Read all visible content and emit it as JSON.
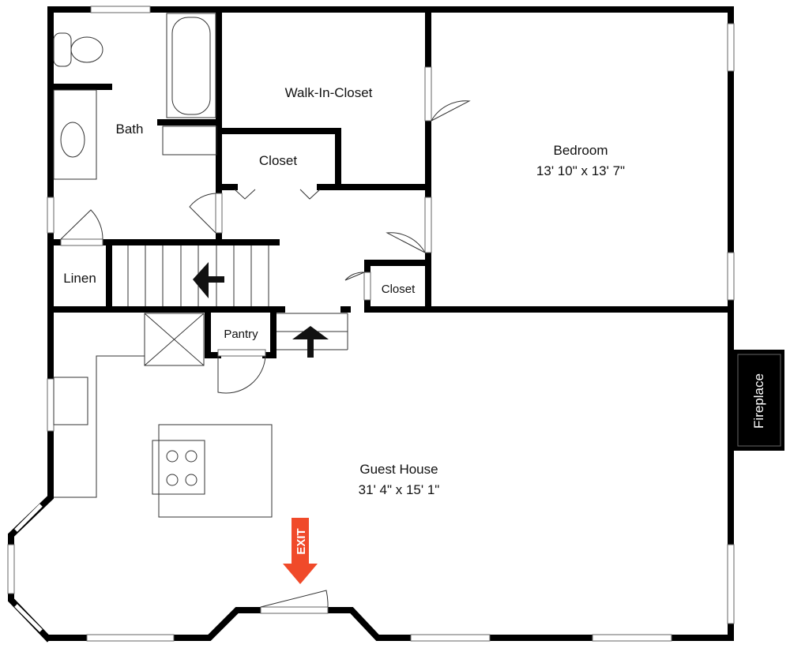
{
  "plan": {
    "rooms": {
      "bath": "Bath",
      "walk_in_closet": "Walk-In-Closet",
      "closet_upper": "Closet",
      "closet_lower": "Closet",
      "bedroom": "Bedroom",
      "bedroom_size": "13' 10\" x 13' 7\"",
      "linen": "Linen",
      "pantry": "Pantry",
      "guest_house": "Guest House",
      "guest_house_size": "31' 4\" x 15' 1\"",
      "fireplace": "Fireplace"
    },
    "exit_label": "EXIT",
    "colors": {
      "wall": "#000000",
      "exit": "#f04a2a"
    }
  }
}
